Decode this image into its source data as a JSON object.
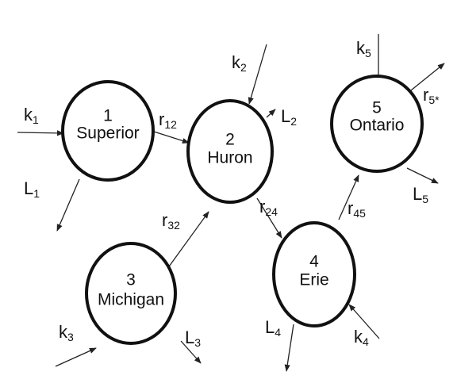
{
  "lakes": [
    {
      "id": "superior",
      "number": "1",
      "name": "Superior"
    },
    {
      "id": "huron",
      "number": "2",
      "name": "Huron"
    },
    {
      "id": "michigan",
      "number": "3",
      "name": "Michigan"
    },
    {
      "id": "erie",
      "number": "4",
      "name": "Erie"
    },
    {
      "id": "ontario",
      "number": "5",
      "name": "Ontario"
    }
  ],
  "flows": {
    "k1": {
      "symbol": "k",
      "sub": "1"
    },
    "L1": {
      "symbol": "L",
      "sub": "1"
    },
    "r12": {
      "symbol": "r",
      "sub": "12"
    },
    "k2": {
      "symbol": "k",
      "sub": "2"
    },
    "L2": {
      "symbol": "L",
      "sub": "2"
    },
    "r32": {
      "symbol": "r",
      "sub": "32"
    },
    "r24": {
      "symbol": "r",
      "sub": "24"
    },
    "k3": {
      "symbol": "k",
      "sub": "3"
    },
    "L3": {
      "symbol": "L",
      "sub": "3"
    },
    "L4": {
      "symbol": "L",
      "sub": "4"
    },
    "k4": {
      "symbol": "k",
      "sub": "4"
    },
    "r45": {
      "symbol": "r",
      "sub": "45"
    },
    "k5": {
      "symbol": "k",
      "sub": "5"
    },
    "r5out": {
      "symbol": "r",
      "sub": "5*"
    },
    "L5": {
      "symbol": "L",
      "sub": "5"
    }
  }
}
